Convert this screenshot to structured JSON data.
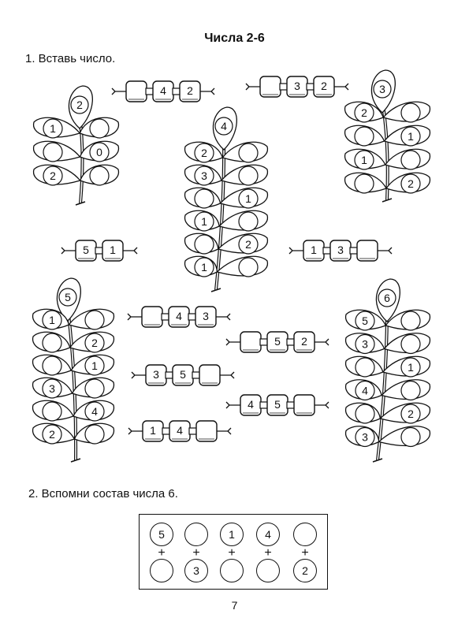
{
  "page": {
    "title": "Числа 2-6",
    "task1": "1. Вставь число.",
    "task2": "2. Вспомни состав числа 6.",
    "page_number": "7"
  },
  "branches": [
    {
      "top": "2",
      "rows": [
        [
          "1",
          ""
        ],
        [
          "",
          "0"
        ],
        [
          "2",
          ""
        ]
      ]
    },
    {
      "top": "4",
      "rows": [
        [
          "2",
          ""
        ],
        [
          "3",
          ""
        ],
        [
          "",
          "1"
        ],
        [
          "1",
          ""
        ],
        [
          "",
          "2"
        ],
        [
          "1",
          ""
        ]
      ]
    },
    {
      "top": "3",
      "rows": [
        [
          "2",
          ""
        ],
        [
          "",
          "1"
        ],
        [
          "1",
          ""
        ],
        [
          "",
          "2"
        ]
      ]
    },
    {
      "top": "5",
      "rows": [
        [
          "1",
          ""
        ],
        [
          "",
          "2"
        ],
        [
          "",
          "1"
        ],
        [
          "3",
          ""
        ],
        [
          "",
          "4"
        ],
        [
          "2",
          ""
        ]
      ]
    },
    {
      "top": "6",
      "rows": [
        [
          "5",
          ""
        ],
        [
          "3",
          ""
        ],
        [
          "",
          "1"
        ],
        [
          "4",
          ""
        ],
        [
          "",
          "2"
        ],
        [
          "3",
          ""
        ]
      ]
    }
  ],
  "chains": [
    [
      "",
      "4",
      "2"
    ],
    [
      "",
      "3",
      "2"
    ],
    [
      "5",
      "1"
    ],
    [
      "1",
      "3",
      ""
    ],
    [
      "",
      "4",
      "3"
    ],
    [
      "",
      "5",
      "2"
    ],
    [
      "3",
      "5",
      ""
    ],
    [
      "4",
      "5",
      ""
    ],
    [
      "1",
      "4",
      ""
    ]
  ],
  "composition": [
    {
      "top": "5",
      "bottom": ""
    },
    {
      "top": "",
      "bottom": "3"
    },
    {
      "top": "1",
      "bottom": ""
    },
    {
      "top": "4",
      "bottom": ""
    },
    {
      "top": "",
      "bottom": "2"
    }
  ]
}
